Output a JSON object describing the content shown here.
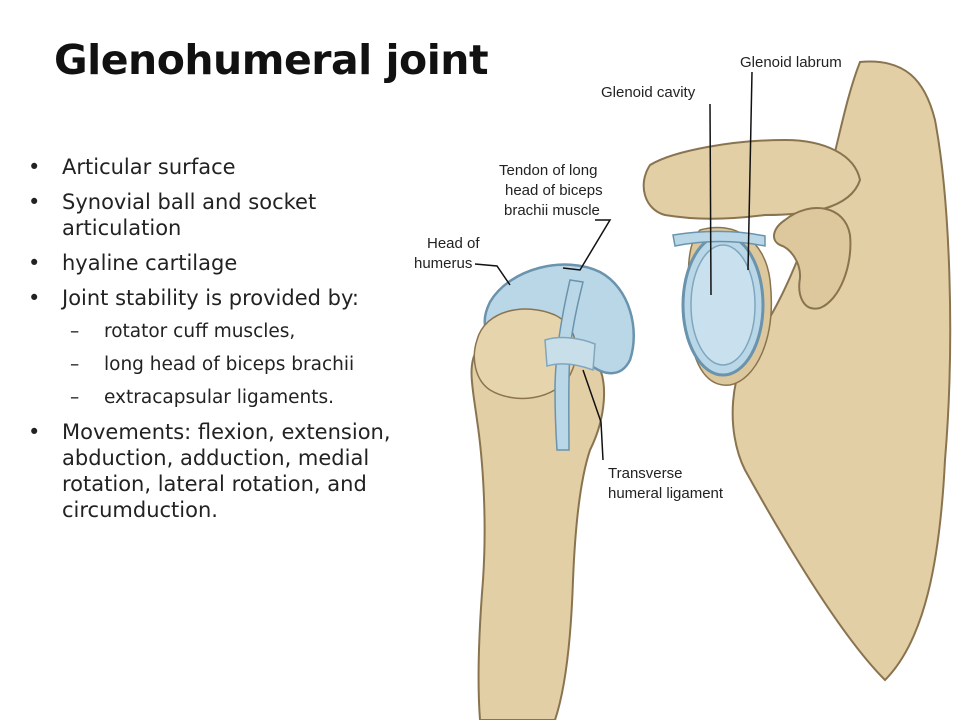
{
  "slide": {
    "title": "Glenohumeral joint",
    "bullets": [
      {
        "text": "Articular surface"
      },
      {
        "text": "Synovial ball and socket articulation"
      },
      {
        "text": "hyaline cartilage"
      },
      {
        "text": "Joint stability is provided by:",
        "sub": [
          "rotator cuff muscles,",
          "long head of biceps brachii",
          "extracapsular ligaments."
        ]
      },
      {
        "text": "Movements: flexion, extension, abduction, adduction, medial rotation, lateral rotation, and circumduction."
      }
    ]
  },
  "figure": {
    "labels": {
      "glenoid_labrum": "Glenoid labrum",
      "glenoid_cavity": "Glenoid cavity",
      "tendon": [
        "Tendon of long",
        "head of biceps",
        "brachii muscle"
      ],
      "head_of_humerus": [
        "Head of",
        "humerus"
      ],
      "transverse": [
        "Transverse",
        "humeral ligament"
      ]
    }
  },
  "colors": {
    "bone": "#e2cfa6",
    "bone_outline": "#8a7450",
    "cartilage": "#b9d7e6",
    "cartilage_outline": "#6a93ad"
  }
}
